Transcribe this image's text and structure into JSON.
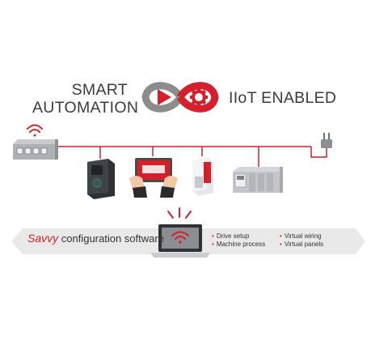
{
  "header": {
    "line1": "SMART",
    "line2": "AUTOMATION",
    "right": "IIoT ENABLED"
  },
  "banner": {
    "brand": "Savvy",
    "label": "configuration software"
  },
  "features": [
    "Drive setup",
    "Machine process",
    "Virtual wiring",
    "Virtual panels"
  ],
  "colors": {
    "accent": "#d51f2a",
    "dark": "#3b3b3b",
    "banner": "#e9e9e9"
  },
  "icons": [
    "infinity-logo-icon",
    "play-icon",
    "gear-icon",
    "wifi-icon",
    "network-switch-icon",
    "drive-controller-icon",
    "tablet-hands-icon",
    "servo-drive-icon",
    "plc-rack-icon",
    "power-plug-icon",
    "laptop-icon"
  ]
}
